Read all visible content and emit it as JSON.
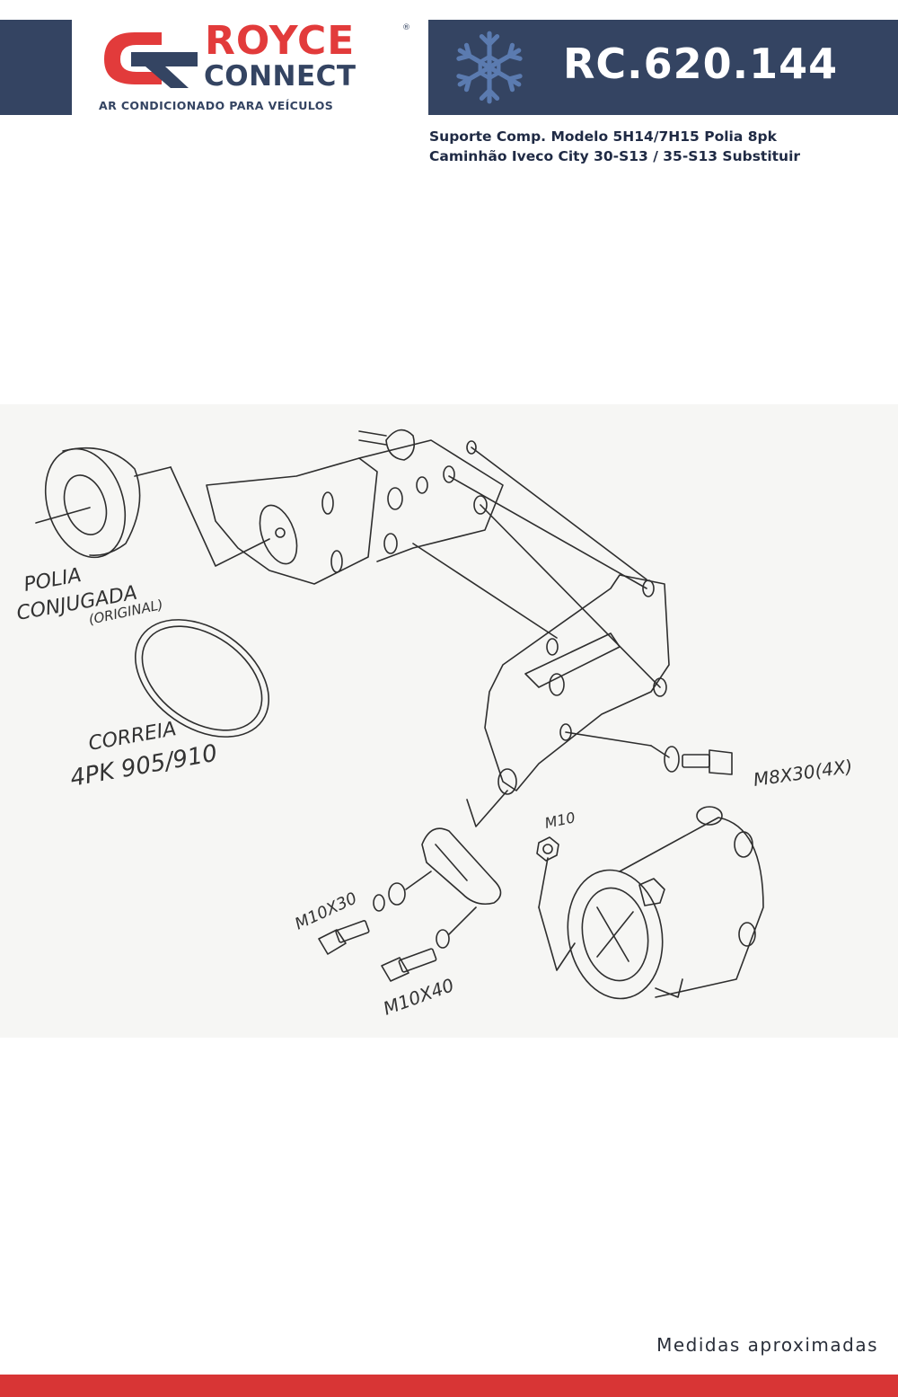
{
  "header": {
    "brand_name": "ROYCE",
    "brand_sub": "CONNECT",
    "brand_tagline": "AR CONDICIONADO PARA VEÍCULOS",
    "product_code": "RC.620.144",
    "colors": {
      "navy": "#344462",
      "red": "#e23b3b",
      "snowflake": "#5b7bb0"
    }
  },
  "product": {
    "description_line1": "Suporte Comp. Modelo 5H14/7H15 Polia 8pk",
    "description_line2": "Caminhão Iveco City 30-S13 / 35-S13 Substituir"
  },
  "drawing": {
    "labels": {
      "polia": "POLIA",
      "conjugada": "CONJUGADA",
      "original": "(ORIGINAL)",
      "correia": "CORREIA",
      "correia_spec": "4PK 905/910",
      "m8x30": "M8X30(4X)",
      "m10": "M10",
      "m10x30": "M10X30",
      "m10x40": "M10X40"
    }
  },
  "footer": {
    "note": "Medidas aproximadas"
  }
}
